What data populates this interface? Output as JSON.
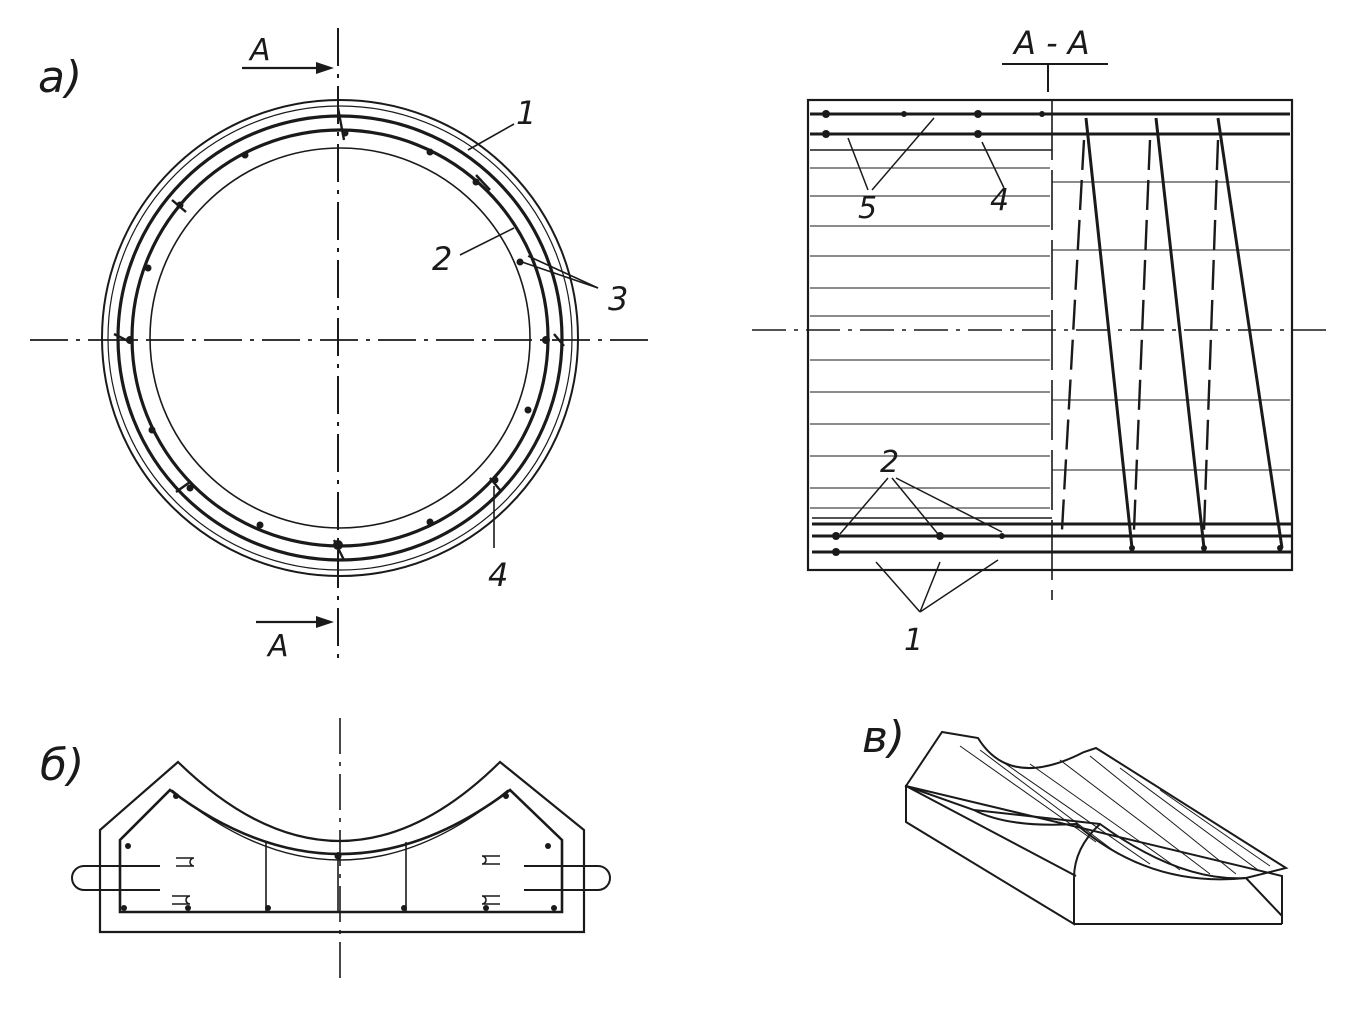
{
  "views": {
    "a": {
      "label": "а)"
    },
    "b": {
      "label": "б)"
    },
    "v": {
      "label": "в)"
    }
  },
  "section": {
    "title": "А - А",
    "arrow_top": "А",
    "arrow_bottom": "А"
  },
  "callouts_a": {
    "c1": "1",
    "c2": "2",
    "c3": "3",
    "c4": "4"
  },
  "callouts_section": {
    "c5": "5",
    "c4": "4",
    "c2": "2",
    "c1": "1"
  },
  "colors": {
    "ink": "#1a1a1a",
    "paper": "#ffffff"
  }
}
